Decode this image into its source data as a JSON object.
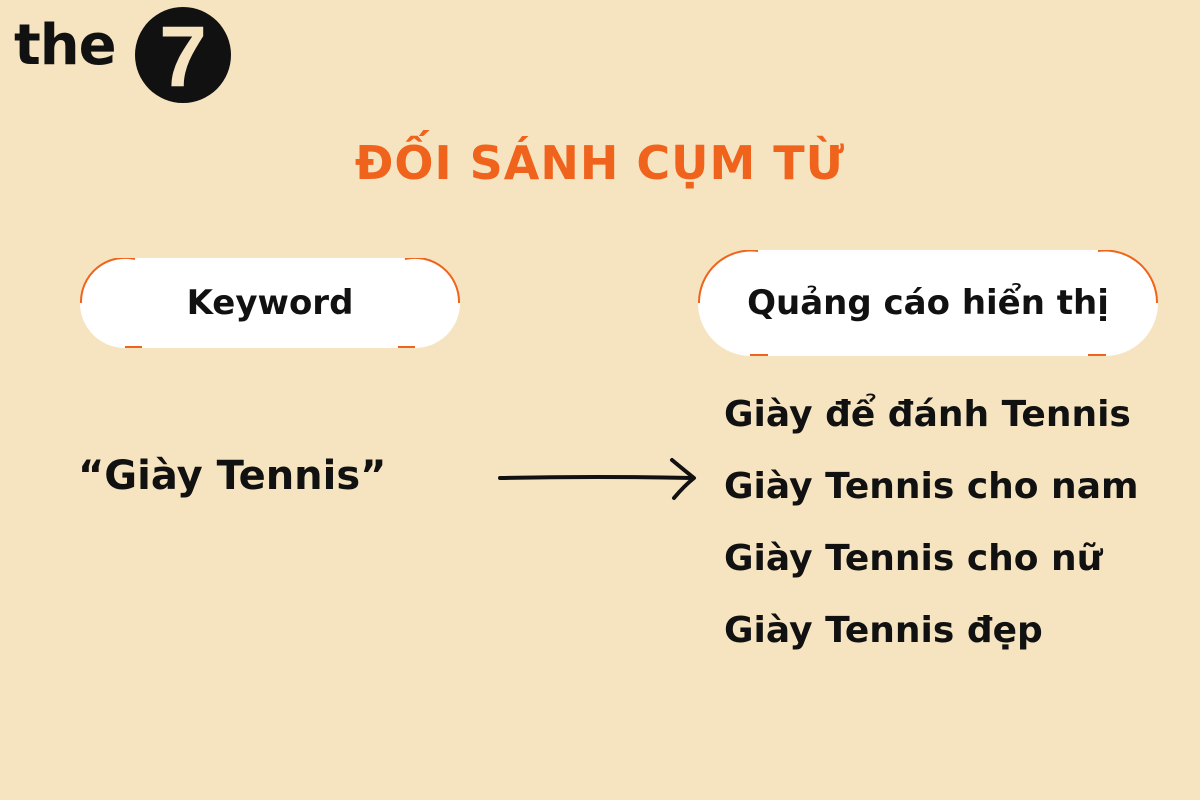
{
  "logo": {
    "text": "the",
    "badge": "7"
  },
  "title": "ĐỐI SÁNH CỤM TỪ",
  "left_column": {
    "header": "Keyword",
    "keyword": "“Giày Tennis”"
  },
  "right_column": {
    "header": "Quảng cáo hiển thị",
    "items": [
      "Giày để đánh Tennis",
      "Giày Tennis cho nam",
      "Giày Tennis cho nữ",
      "Giày Tennis đẹp"
    ]
  },
  "colors": {
    "background": "#f6e4c0",
    "accent": "#f0631c",
    "text": "#111111",
    "pill": "#ffffff"
  },
  "icons": {
    "arrow": "right-arrow-icon"
  }
}
